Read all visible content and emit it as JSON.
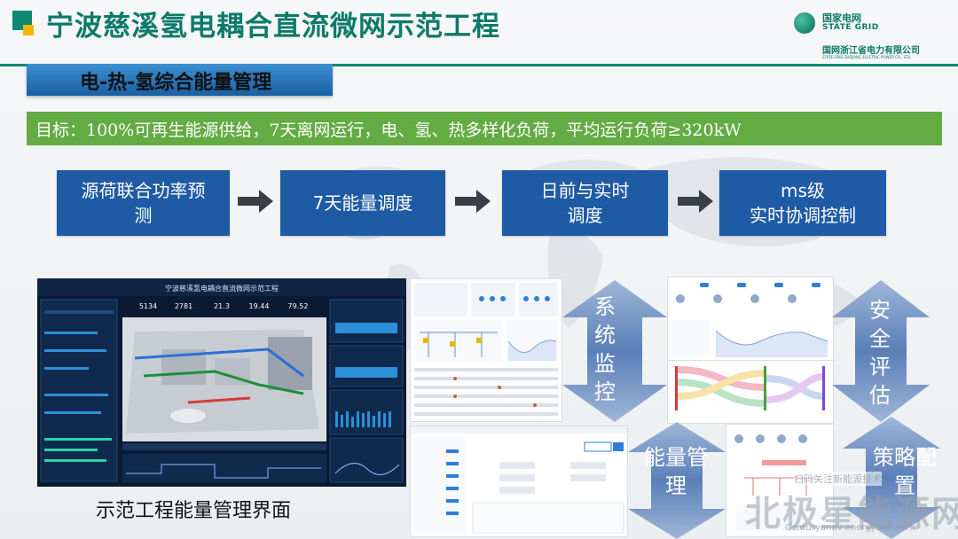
{
  "header": {
    "title": "宁波慈溪氢电耦合直流微网示范工程",
    "logo_cn": "国家电网",
    "logo_en": "STATE GRID",
    "logo_sub": "国网浙江省电力有限公司",
    "logo_sub_en": "STATE GRID ZHEJIANG ELECTRIC POWER CO., LTD."
  },
  "section_title": "电-热-氢综合能量管理",
  "goal": "目标：100%可再生能源供给，7天离网运行，电、氢、热多样化负荷，平均运行负荷≥320kW",
  "steps": [
    {
      "line1": "源荷联合功率预",
      "line2": "测"
    },
    {
      "line1": "7天能量调度",
      "line2": ""
    },
    {
      "line1": "日前与实时",
      "line2": "调度"
    },
    {
      "line1": "ms级",
      "line2": "实时协调控制"
    }
  ],
  "dashboard": {
    "title": "宁波慈溪氢电耦合直流微网示范工程",
    "kpis": [
      "5134",
      "2781",
      "21.3",
      "19.44",
      "79.52"
    ]
  },
  "caption": "示范工程能量管理界面",
  "arrows": {
    "system_monitor": "系统监控",
    "safety_eval": "安全评估",
    "energy_mgmt": "能量管理",
    "strategy": "策略配置"
  },
  "watermark": {
    "text": "北极星能源网",
    "small": "Centuryandv energy network",
    "overlay": "扫码关注新能源技术"
  },
  "colors": {
    "title": "#0b7a68",
    "step": "#1f5aa5",
    "goal": "#63ab43",
    "arrow": "#5a7fb8"
  }
}
